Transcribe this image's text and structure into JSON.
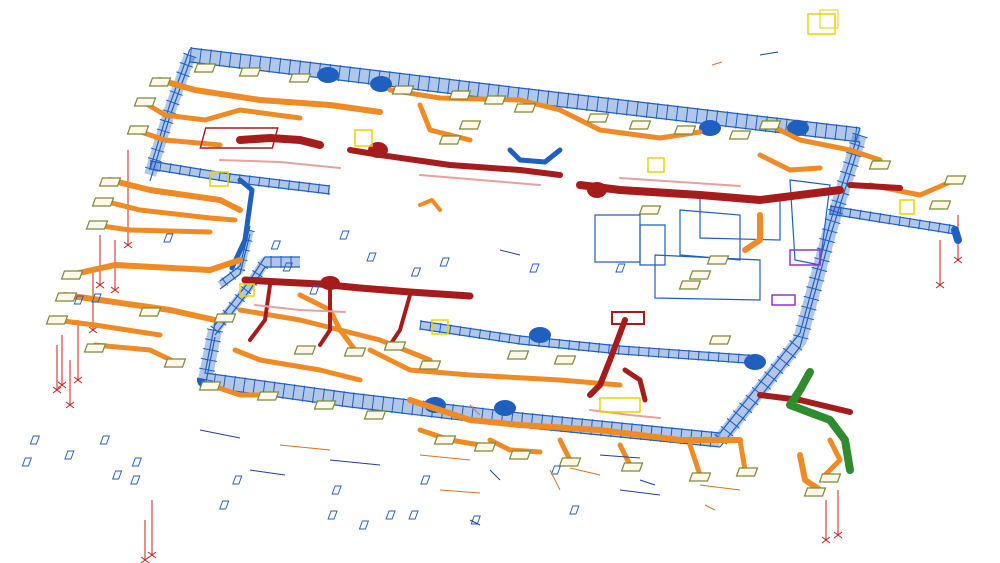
{
  "view": {
    "kind": "isometric-mep-model",
    "background": "#ffffff"
  },
  "systems": [
    {
      "name": "supply-air-duct",
      "color": "#f08a24"
    },
    {
      "name": "return-air-duct",
      "color": "#1f5fbf"
    },
    {
      "name": "exhaust-air-duct",
      "color": "#a61c1c"
    },
    {
      "name": "outdoor-air-duct",
      "color": "#2e8b2e"
    },
    {
      "name": "equipment-outline",
      "color": "#e6d600"
    },
    {
      "name": "accessory-outline",
      "color": "#9932cc"
    },
    {
      "name": "hanger-support",
      "color": "#cc1f1f"
    },
    {
      "name": "diffuser-terminal",
      "color": "#7a8a3a"
    }
  ]
}
